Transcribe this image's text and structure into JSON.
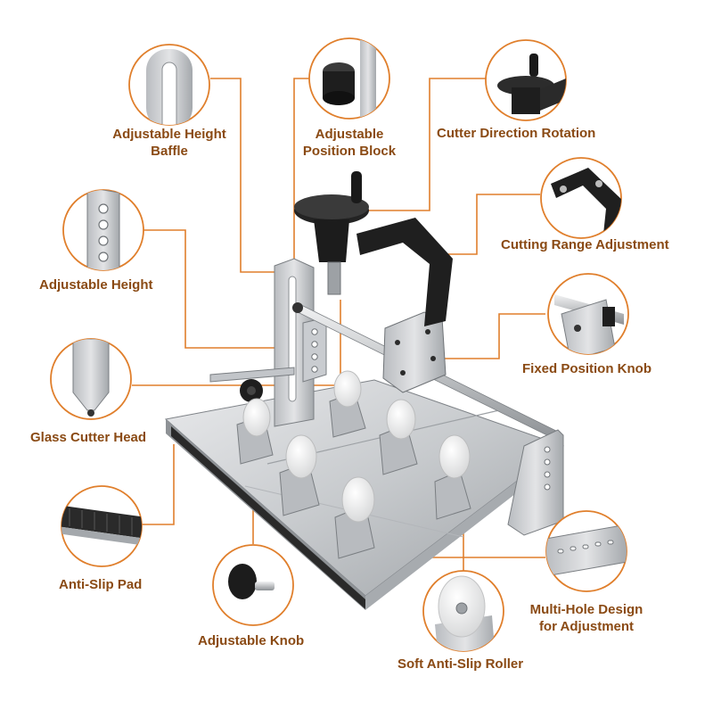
{
  "theme": {
    "accent": "#e07f2c",
    "label_text": "#8a4a14",
    "metal_light": "#d4d6d9",
    "metal_mid": "#a9adb2",
    "metal_dark": "#6f7377",
    "black_part": "#222222",
    "roller": "#f2f2f2"
  },
  "callouts": {
    "adjustable_height_baffle": {
      "line1": "Adjustable Height",
      "line2": "Baffle",
      "icon": "slotted-plate-icon"
    },
    "adjustable_position_block": {
      "line1": "Adjustable",
      "line2": "Position Block",
      "icon": "position-block-icon"
    },
    "cutter_direction_rotation": {
      "line1": "Cutter Direction Rotation",
      "icon": "rotation-knob-icon"
    },
    "cutting_range_adjustment": {
      "line1": "Cutting Range Adjustment",
      "icon": "pivot-arm-icon"
    },
    "adjustable_height": {
      "line1": "Adjustable Height",
      "icon": "holed-bracket-icon"
    },
    "fixed_position_knob": {
      "line1": "Fixed Position Knob",
      "icon": "clamp-knob-icon"
    },
    "glass_cutter_head": {
      "line1": "Glass Cutter Head",
      "icon": "cutter-head-icon"
    },
    "anti_slip_pad": {
      "line1": "Anti-Slip Pad",
      "icon": "anti-slip-strip-icon"
    },
    "adjustable_knob": {
      "line1": "Adjustable Knob",
      "icon": "star-knob-icon"
    },
    "multi_hole_design": {
      "line1": "Multi-Hole Design",
      "line2": "for Adjustment",
      "icon": "multi-hole-plate-icon"
    },
    "soft_anti_slip_roller": {
      "line1": "Soft Anti-Slip Roller",
      "icon": "roller-icon"
    }
  },
  "product": {
    "icon": "glass-bottle-cutter-machine-icon"
  }
}
